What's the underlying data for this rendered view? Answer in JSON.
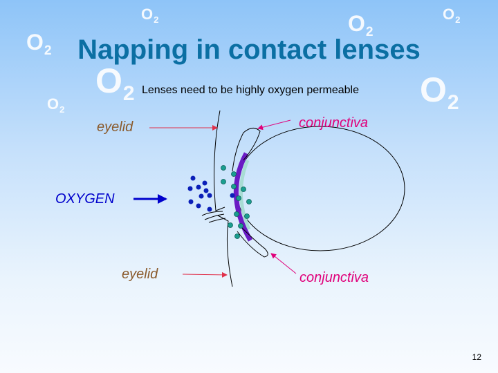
{
  "slide": {
    "title": "Napping in contact lenses",
    "subtitle": "Lenses need to be highly oxygen permeable",
    "page_number": "12"
  },
  "background_symbols": {
    "base": "O",
    "subscript": "2"
  },
  "labels": {
    "eyelid_top": "eyelid",
    "eyelid_bottom": "eyelid",
    "conjunctiva_top": "conjunctiva",
    "conjunctiva_bottom": "conjunctiva",
    "oxygen": "OXYGEN"
  },
  "colors": {
    "title": "#0b6fa3",
    "eyelid_label": "#8a5a2b",
    "conjunctiva_label": "#e0007a",
    "oxygen_label": "#0000cc",
    "contact_lens": "#6a1bc4",
    "tear_film": "#a8dcd4",
    "oxygen_molecule": "#0a1fb8",
    "teal_molecule": "#1a9e90"
  }
}
